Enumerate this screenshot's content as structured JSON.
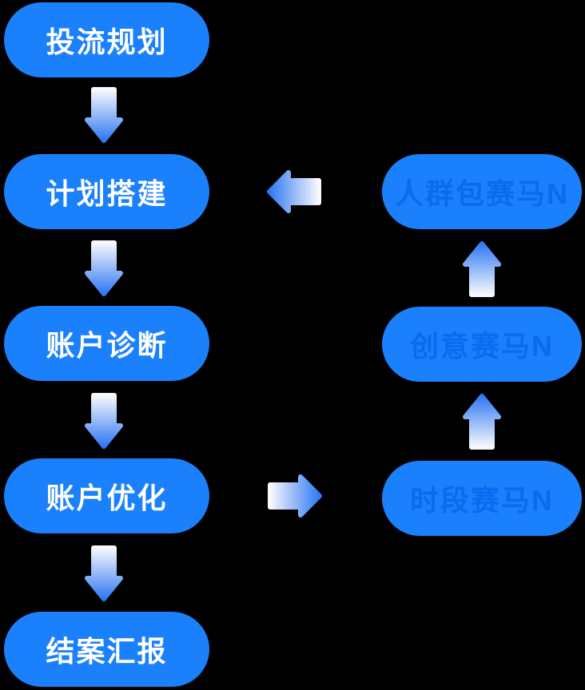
{
  "diagram": {
    "type": "flowchart",
    "colors": {
      "background": "#000000",
      "node_fill": "#1A80FB",
      "left_node_text": "#FFFFFF",
      "right_node_text": "#0A6BEE",
      "arrow_blue": "#3078F3",
      "arrow_light": "#F7F9FC"
    },
    "left_column": {
      "nodes": [
        {
          "label": "投流规划"
        },
        {
          "label": "计划搭建"
        },
        {
          "label": "账户诊断"
        },
        {
          "label": "账户优化"
        },
        {
          "label": "结案汇报"
        }
      ]
    },
    "right_column": {
      "nodes": [
        {
          "label": "人群包赛马N"
        },
        {
          "label": "创意赛马N"
        },
        {
          "label": "时段赛马N"
        }
      ]
    },
    "connections": [
      {
        "from": "投流规划",
        "to": "计划搭建",
        "direction": "down"
      },
      {
        "from": "计划搭建",
        "to": "账户诊断",
        "direction": "down"
      },
      {
        "from": "账户诊断",
        "to": "账户优化",
        "direction": "down"
      },
      {
        "from": "账户优化",
        "to": "结案汇报",
        "direction": "down"
      },
      {
        "from": "账户优化",
        "to": "时段赛马N",
        "direction": "right"
      },
      {
        "from": "时段赛马N",
        "to": "创意赛马N",
        "direction": "up"
      },
      {
        "from": "创意赛马N",
        "to": "人群包赛马N",
        "direction": "up"
      },
      {
        "from": "人群包赛马N",
        "to": "计划搭建",
        "direction": "left"
      }
    ],
    "icons": {
      "down_arrow": "arrow-down",
      "up_arrow": "arrow-up",
      "left_arrow": "arrow-left",
      "right_arrow": "arrow-right"
    }
  }
}
